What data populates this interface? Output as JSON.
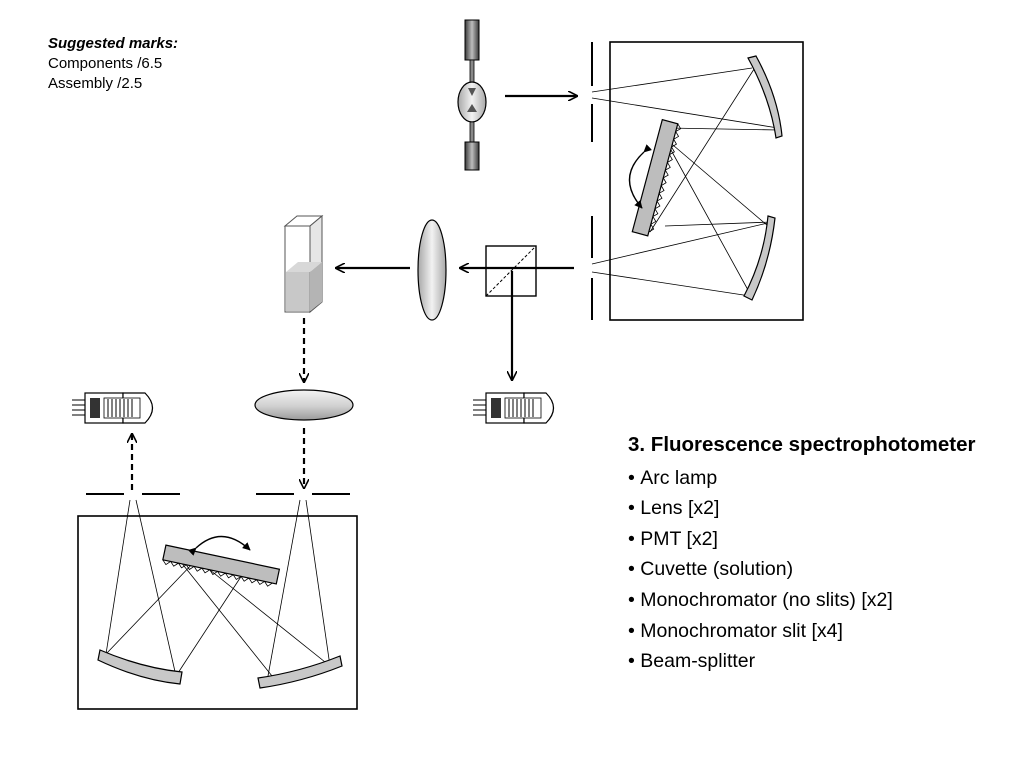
{
  "marks": {
    "heading": "Suggested marks:",
    "lines": [
      "Components /6.5",
      "Assembly /2.5"
    ]
  },
  "legend": {
    "title": "3. Fluorescence spectrophotometer",
    "items": [
      "Arc lamp",
      "Lens [x2]",
      "PMT [x2]",
      "Cuvette (solution)",
      "Monochromator (no slits) [x2]",
      "Monochromator slit [x4]",
      "Beam-splitter"
    ]
  }
}
